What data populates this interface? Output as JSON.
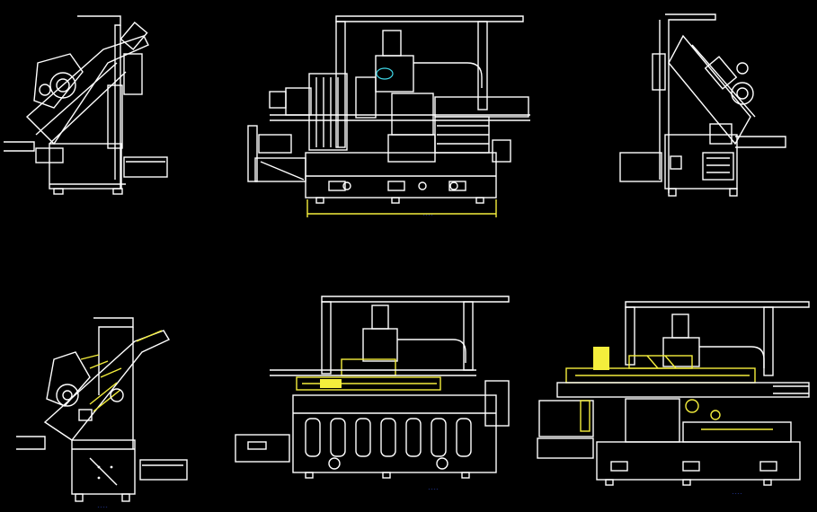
{
  "drawing": {
    "background": "#000000",
    "line_color": "#ffffff",
    "highlight_color": "#f4ee3c",
    "accent_color": "#3fd8e8",
    "dimension_color": "#3a5cff"
  },
  "views": [
    {
      "name": "left-side-view-top"
    },
    {
      "name": "front-view-top"
    },
    {
      "name": "right-side-view-top"
    },
    {
      "name": "left-section-view-bottom"
    },
    {
      "name": "front-section-view-bottom"
    },
    {
      "name": "front-detail-section-view-bottom"
    }
  ],
  "dimension_labels": {
    "front_top": "----",
    "left_bottom": "----",
    "front_bottom": "----",
    "right_bottom": "----"
  }
}
